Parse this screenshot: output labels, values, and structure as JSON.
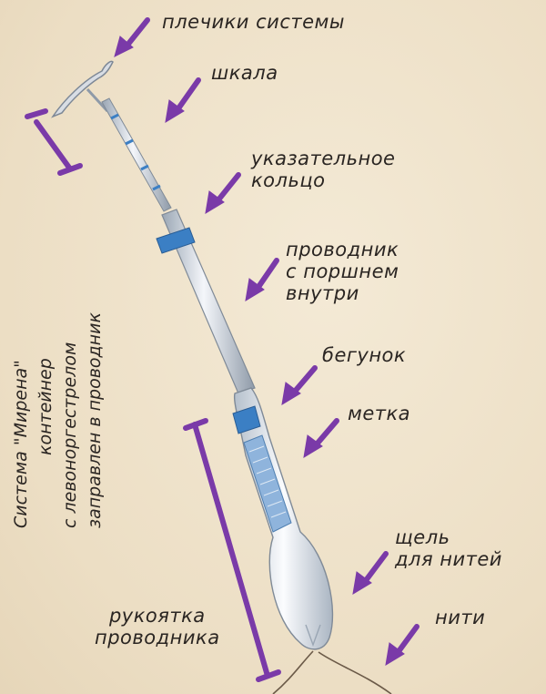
{
  "colors": {
    "arrow": "#7a3aa8",
    "background": "#efe3cc",
    "device_body": "#e4e8ee",
    "blue_accent": "#3b7fc4"
  },
  "labels": {
    "plechiki": "плечики системы",
    "shkala": "шкала",
    "ukazatelnoe_line1": "указательное",
    "ukazatelnoe_line2": "кольцо",
    "provodnik_line1": "проводник",
    "provodnik_line2": "с поршнем",
    "provodnik_line3": "внутри",
    "begunok": "бегунок",
    "metka": "метка",
    "shchel_line1": "щель",
    "shchel_line2": "для нитей",
    "niti": "нити",
    "rukoyatka_line1": "рукоятка",
    "rukoyatka_line2": "проводника"
  },
  "vertical_text": {
    "line1": "Система \"Мирена\"",
    "line2": "контейнер",
    "line3": "с левоноргестрелом",
    "line4": "заправлен в проводник"
  },
  "icons": {
    "arrow": "arrow-icon",
    "bracket": "bracket-icon"
  }
}
